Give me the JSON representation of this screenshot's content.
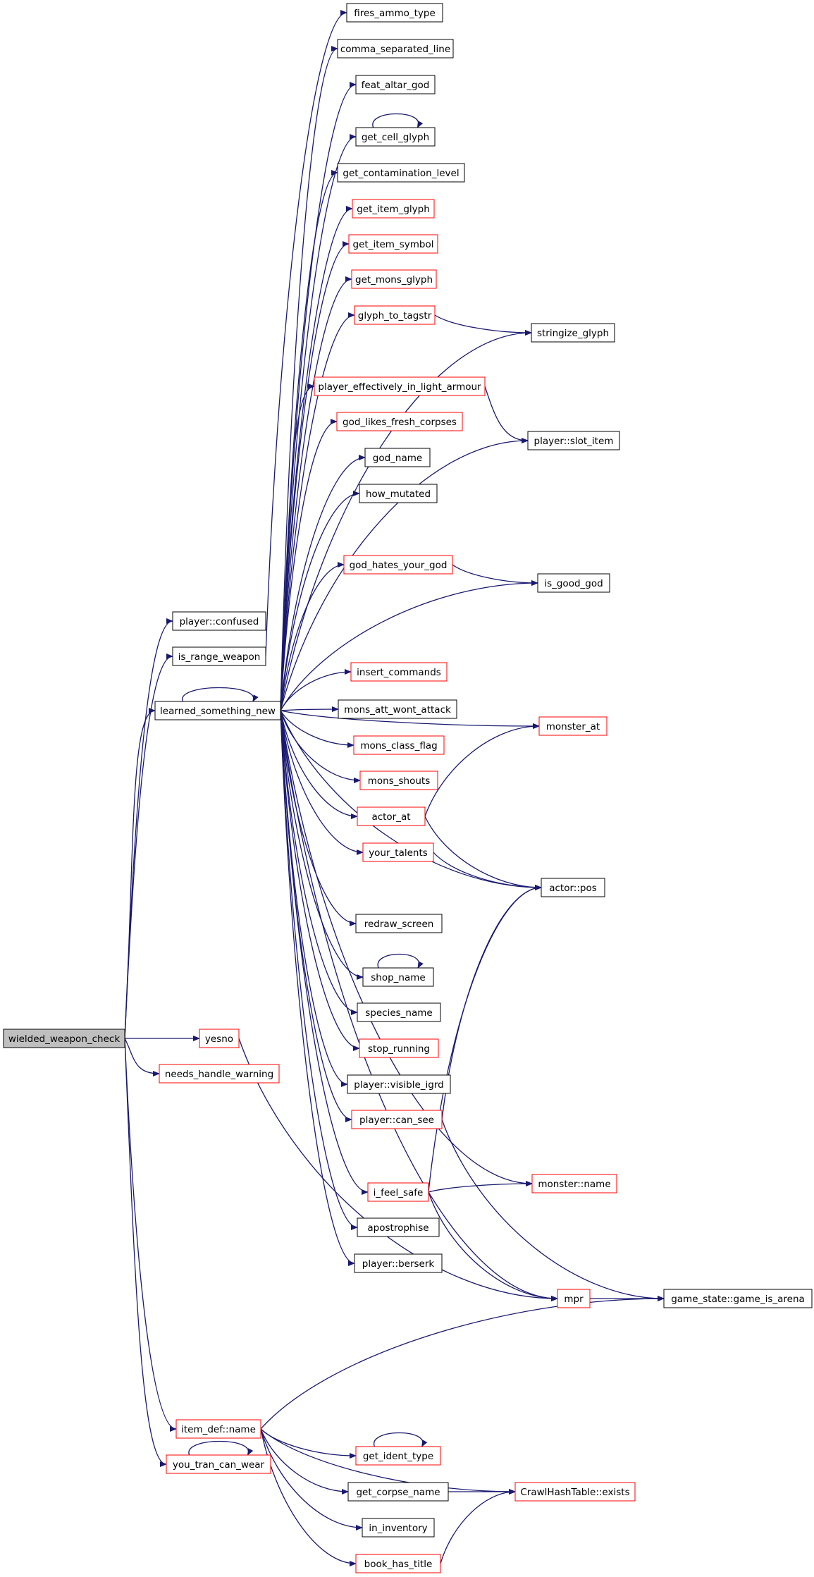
{
  "diagram": {
    "colors": {
      "edge": "#191970",
      "box_border_default": "#000000",
      "box_border_red": "#ff0000",
      "root_fill": "#bfbfbf",
      "background": "#ffffff"
    },
    "nodes": [
      {
        "id": "wielded_weapon_check",
        "label": "wielded_weapon_check",
        "style": "root"
      },
      {
        "id": "player_confused",
        "label": "player::confused",
        "style": "black"
      },
      {
        "id": "is_range_weapon",
        "label": "is_range_weapon",
        "style": "black"
      },
      {
        "id": "learned_something_new",
        "label": "learned_something_new",
        "style": "black"
      },
      {
        "id": "yesno",
        "label": "yesno",
        "style": "red"
      },
      {
        "id": "needs_handle_warning",
        "label": "needs_handle_warning",
        "style": "red"
      },
      {
        "id": "item_def_name",
        "label": "item_def::name",
        "style": "red"
      },
      {
        "id": "you_tran_can_wear",
        "label": "you_tran_can_wear",
        "style": "red"
      },
      {
        "id": "fires_ammo_type",
        "label": "fires_ammo_type",
        "style": "black"
      },
      {
        "id": "comma_separated_line",
        "label": "comma_separated_line",
        "style": "black"
      },
      {
        "id": "feat_altar_god",
        "label": "feat_altar_god",
        "style": "black"
      },
      {
        "id": "get_cell_glyph",
        "label": "get_cell_glyph",
        "style": "black"
      },
      {
        "id": "get_contamination_level",
        "label": "get_contamination_level",
        "style": "black"
      },
      {
        "id": "get_item_glyph",
        "label": "get_item_glyph",
        "style": "red"
      },
      {
        "id": "get_item_symbol",
        "label": "get_item_symbol",
        "style": "red"
      },
      {
        "id": "get_mons_glyph",
        "label": "get_mons_glyph",
        "style": "red"
      },
      {
        "id": "glyph_to_tagstr",
        "label": "glyph_to_tagstr",
        "style": "red"
      },
      {
        "id": "stringize_glyph",
        "label": "stringize_glyph",
        "style": "black"
      },
      {
        "id": "player_effectively_in_light_armour",
        "label": "player_effectively_in_light_armour",
        "style": "red"
      },
      {
        "id": "player_slot_item",
        "label": "player::slot_item",
        "style": "black"
      },
      {
        "id": "god_likes_fresh_corpses",
        "label": "god_likes_fresh_corpses",
        "style": "red"
      },
      {
        "id": "god_name",
        "label": "god_name",
        "style": "black"
      },
      {
        "id": "how_mutated",
        "label": "how_mutated",
        "style": "black"
      },
      {
        "id": "god_hates_your_god",
        "label": "god_hates_your_god",
        "style": "red"
      },
      {
        "id": "is_good_god",
        "label": "is_good_god",
        "style": "black"
      },
      {
        "id": "insert_commands",
        "label": "insert_commands",
        "style": "red"
      },
      {
        "id": "mons_att_wont_attack",
        "label": "mons_att_wont_attack",
        "style": "black"
      },
      {
        "id": "monster_at",
        "label": "monster_at",
        "style": "red"
      },
      {
        "id": "mons_class_flag",
        "label": "mons_class_flag",
        "style": "red"
      },
      {
        "id": "mons_shouts",
        "label": "mons_shouts",
        "style": "red"
      },
      {
        "id": "actor_at",
        "label": "actor_at",
        "style": "red"
      },
      {
        "id": "your_talents",
        "label": "your_talents",
        "style": "red"
      },
      {
        "id": "actor_pos",
        "label": "actor::pos",
        "style": "black"
      },
      {
        "id": "redraw_screen",
        "label": "redraw_screen",
        "style": "black"
      },
      {
        "id": "shop_name",
        "label": "shop_name",
        "style": "black"
      },
      {
        "id": "species_name",
        "label": "species_name",
        "style": "black"
      },
      {
        "id": "stop_running",
        "label": "stop_running",
        "style": "red"
      },
      {
        "id": "player_visible_igrd",
        "label": "player::visible_igrd",
        "style": "black"
      },
      {
        "id": "player_can_see",
        "label": "player::can_see",
        "style": "red"
      },
      {
        "id": "monster_name",
        "label": "monster::name",
        "style": "red"
      },
      {
        "id": "i_feel_safe",
        "label": "i_feel_safe",
        "style": "red"
      },
      {
        "id": "apostrophise",
        "label": "apostrophise",
        "style": "black"
      },
      {
        "id": "player_berserk",
        "label": "player::berserk",
        "style": "black"
      },
      {
        "id": "mpr",
        "label": "mpr",
        "style": "red"
      },
      {
        "id": "game_state_game_is_arena",
        "label": "game_state::game_is_arena",
        "style": "black"
      },
      {
        "id": "get_ident_type",
        "label": "get_ident_type",
        "style": "red"
      },
      {
        "id": "get_corpse_name",
        "label": "get_corpse_name",
        "style": "black"
      },
      {
        "id": "crawlhashtable_exists",
        "label": "CrawlHashTable::exists",
        "style": "red"
      },
      {
        "id": "in_inventory",
        "label": "in_inventory",
        "style": "black"
      },
      {
        "id": "book_has_title",
        "label": "book_has_title",
        "style": "red"
      }
    ],
    "edges": [
      [
        "wielded_weapon_check",
        "player_confused"
      ],
      [
        "wielded_weapon_check",
        "is_range_weapon"
      ],
      [
        "wielded_weapon_check",
        "learned_something_new"
      ],
      [
        "wielded_weapon_check",
        "yesno"
      ],
      [
        "wielded_weapon_check",
        "needs_handle_warning"
      ],
      [
        "wielded_weapon_check",
        "item_def_name"
      ],
      [
        "wielded_weapon_check",
        "you_tran_can_wear"
      ],
      [
        "is_range_weapon",
        "fires_ammo_type"
      ],
      [
        "learned_something_new",
        "learned_something_new"
      ],
      [
        "learned_something_new",
        "comma_separated_line"
      ],
      [
        "learned_something_new",
        "feat_altar_god"
      ],
      [
        "learned_something_new",
        "get_cell_glyph"
      ],
      [
        "learned_something_new",
        "get_contamination_level"
      ],
      [
        "learned_something_new",
        "get_item_glyph"
      ],
      [
        "learned_something_new",
        "get_item_symbol"
      ],
      [
        "learned_something_new",
        "get_mons_glyph"
      ],
      [
        "learned_something_new",
        "glyph_to_tagstr"
      ],
      [
        "learned_something_new",
        "stringize_glyph"
      ],
      [
        "learned_something_new",
        "player_effectively_in_light_armour"
      ],
      [
        "learned_something_new",
        "god_likes_fresh_corpses"
      ],
      [
        "learned_something_new",
        "god_name"
      ],
      [
        "learned_something_new",
        "how_mutated"
      ],
      [
        "learned_something_new",
        "player_slot_item"
      ],
      [
        "learned_something_new",
        "god_hates_your_god"
      ],
      [
        "learned_something_new",
        "is_good_god"
      ],
      [
        "learned_something_new",
        "monster_at"
      ],
      [
        "learned_something_new",
        "insert_commands"
      ],
      [
        "learned_something_new",
        "mons_att_wont_attack"
      ],
      [
        "learned_something_new",
        "mons_class_flag"
      ],
      [
        "learned_something_new",
        "mons_shouts"
      ],
      [
        "learned_something_new",
        "actor_at"
      ],
      [
        "learned_something_new",
        "your_talents"
      ],
      [
        "learned_something_new",
        "actor_pos"
      ],
      [
        "learned_something_new",
        "redraw_screen"
      ],
      [
        "learned_something_new",
        "shop_name"
      ],
      [
        "learned_something_new",
        "species_name"
      ],
      [
        "learned_something_new",
        "stop_running"
      ],
      [
        "learned_something_new",
        "player_visible_igrd"
      ],
      [
        "learned_something_new",
        "player_can_see"
      ],
      [
        "learned_something_new",
        "monster_name"
      ],
      [
        "learned_something_new",
        "i_feel_safe"
      ],
      [
        "learned_something_new",
        "apostrophise"
      ],
      [
        "learned_something_new",
        "player_berserk"
      ],
      [
        "learned_something_new",
        "mpr"
      ],
      [
        "get_cell_glyph",
        "get_cell_glyph"
      ],
      [
        "glyph_to_tagstr",
        "stringize_glyph"
      ],
      [
        "player_effectively_in_light_armour",
        "player_slot_item"
      ],
      [
        "god_hates_your_god",
        "is_good_god"
      ],
      [
        "actor_at",
        "monster_at"
      ],
      [
        "actor_at",
        "actor_pos"
      ],
      [
        "your_talents",
        "actor_pos"
      ],
      [
        "shop_name",
        "shop_name"
      ],
      [
        "player_can_see",
        "actor_pos"
      ],
      [
        "player_can_see",
        "game_state_game_is_arena"
      ],
      [
        "i_feel_safe",
        "actor_pos"
      ],
      [
        "i_feel_safe",
        "monster_name"
      ],
      [
        "i_feel_safe",
        "mpr"
      ],
      [
        "mpr",
        "game_state_game_is_arena"
      ],
      [
        "yesno",
        "mpr"
      ],
      [
        "item_def_name",
        "game_state_game_is_arena"
      ],
      [
        "item_def_name",
        "get_ident_type"
      ],
      [
        "item_def_name",
        "get_corpse_name"
      ],
      [
        "item_def_name",
        "crawlhashtable_exists"
      ],
      [
        "item_def_name",
        "in_inventory"
      ],
      [
        "item_def_name",
        "book_has_title"
      ],
      [
        "get_ident_type",
        "get_ident_type"
      ],
      [
        "get_corpse_name",
        "crawlhashtable_exists"
      ],
      [
        "book_has_title",
        "crawlhashtable_exists"
      ],
      [
        "you_tran_can_wear",
        "you_tran_can_wear"
      ]
    ]
  }
}
